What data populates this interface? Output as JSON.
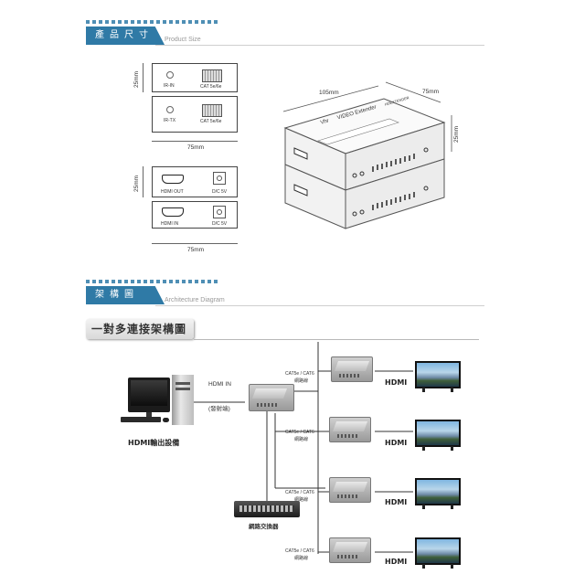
{
  "size_section": {
    "title_zh": "產品尺寸",
    "title_en": "Product Size"
  },
  "arch_section": {
    "title_zh": "架構圖",
    "title_en": "Architecture Diagram"
  },
  "subtitle": "一對多連接架構圖",
  "dims": {
    "height": "25mm",
    "width": "75mm",
    "length": "105mm",
    "depth": "75mm",
    "tall": "25mm"
  },
  "top_unit_1": {
    "port_left": "IR-IN",
    "port_right": "CAT 5e/6e"
  },
  "top_unit_2": {
    "port_left": "IR-TX",
    "port_right": "CAT 5e/6e"
  },
  "front_unit_1": {
    "port_left": "HDMI OUT",
    "port_right": "D/C 5V"
  },
  "front_unit_2": {
    "port_left": "HDMI IN",
    "port_right": "D/C 5V"
  },
  "device_brand": "Vhr",
  "device_label": "VIDEO Extender",
  "device_model": "HDEXTENDER",
  "diagram": {
    "source_label": "HDMI輸出設備",
    "hdmi_in": "HDMI IN",
    "transmitter": "(發射端)",
    "switch_label": "網路交換器",
    "cable_label": "CAT5e / CAT6",
    "cable_sub": "網路線",
    "output_label": "HDMI"
  }
}
